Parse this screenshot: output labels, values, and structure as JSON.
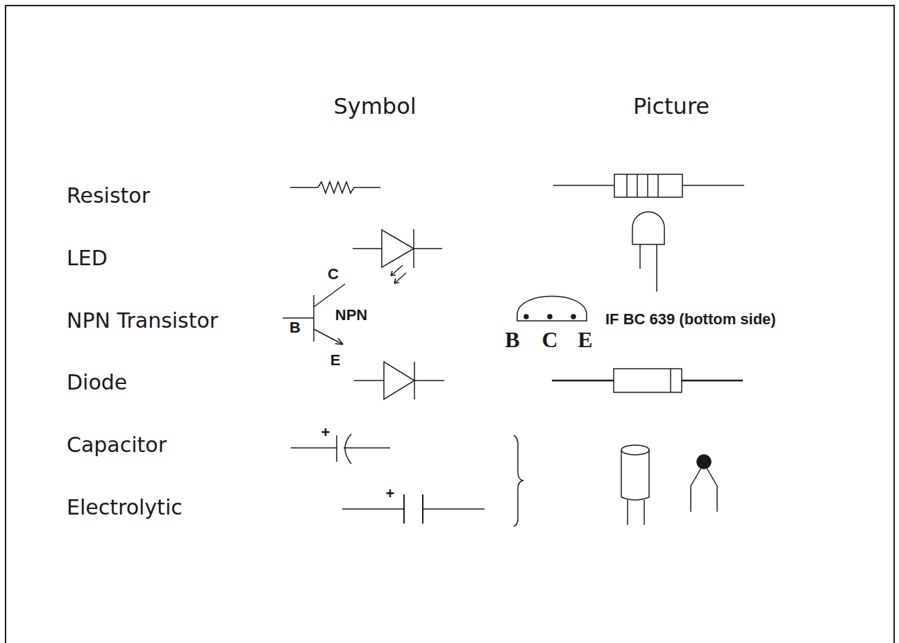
{
  "diagram": {
    "labels": [
      "Symbol",
      "Picture",
      "Resistor",
      "LED",
      "NPN Transistor",
      "Diode",
      "Capacitor",
      "Electrolytic",
      "C",
      "NPN",
      "B",
      "E",
      "B",
      "C",
      "E",
      "IF BC 639 (bottom side)",
      "+",
      "+"
    ]
  }
}
